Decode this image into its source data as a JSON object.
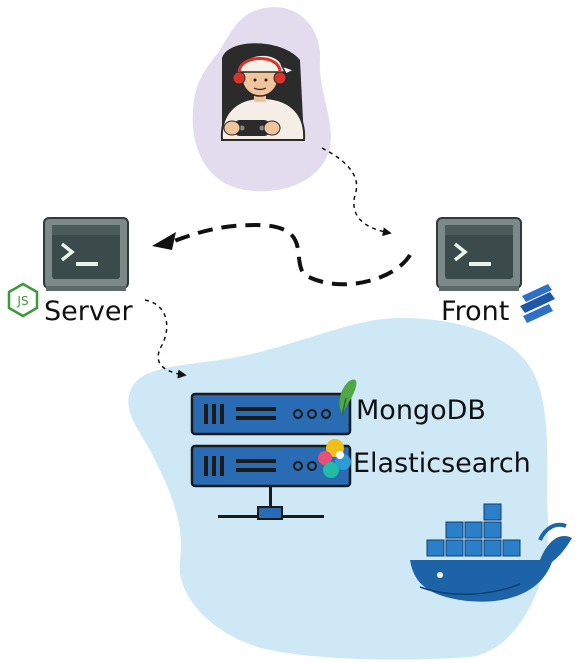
{
  "labels": {
    "server": "Server",
    "front": "Front",
    "mongodb": "MongoDB",
    "elasticsearch": "Elasticsearch",
    "nodejs_badge": "JS"
  },
  "colors": {
    "user_blob": "#e3dcef",
    "db_blob": "#cfe8f6",
    "terminal_screen": "#3b4a4a",
    "terminal_bezel": "#7b8a88",
    "server_rack": "#2a6cb3",
    "docker_blue": "#1d63a8",
    "nodejs_green": "#3d9a3a",
    "mongodb_leaf": "#4fa845",
    "arrow": "#111111"
  },
  "icons": [
    "gamer-user-illustration",
    "terminal-icon",
    "nodejs-icon",
    "redux-stack-icon",
    "server-rack-icon",
    "mongodb-leaf-icon",
    "elasticsearch-icon",
    "docker-whale-icon"
  ]
}
